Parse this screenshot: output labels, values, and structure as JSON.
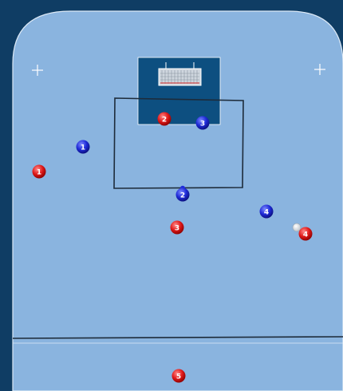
{
  "colors": {
    "frame": "#0f3d64",
    "rink": "#8ab4df",
    "rink_edge": "#dce9f6",
    "crease": "#0d4f80",
    "line": "#1d2b3a",
    "red_team": "#e01a1a",
    "blue_team": "#1f2bd8",
    "ball": "#e9edf2"
  },
  "icons": {
    "goal": "goal-net-icon",
    "ball": "ball-icon",
    "faceoff_mark": "plus-mark-icon"
  },
  "players": {
    "red": [
      {
        "label": "1"
      },
      {
        "label": "2"
      },
      {
        "label": "3"
      },
      {
        "label": "4"
      },
      {
        "label": "5"
      }
    ],
    "blue": [
      {
        "label": "1"
      },
      {
        "label": "2"
      },
      {
        "label": "3"
      },
      {
        "label": "4"
      }
    ]
  }
}
